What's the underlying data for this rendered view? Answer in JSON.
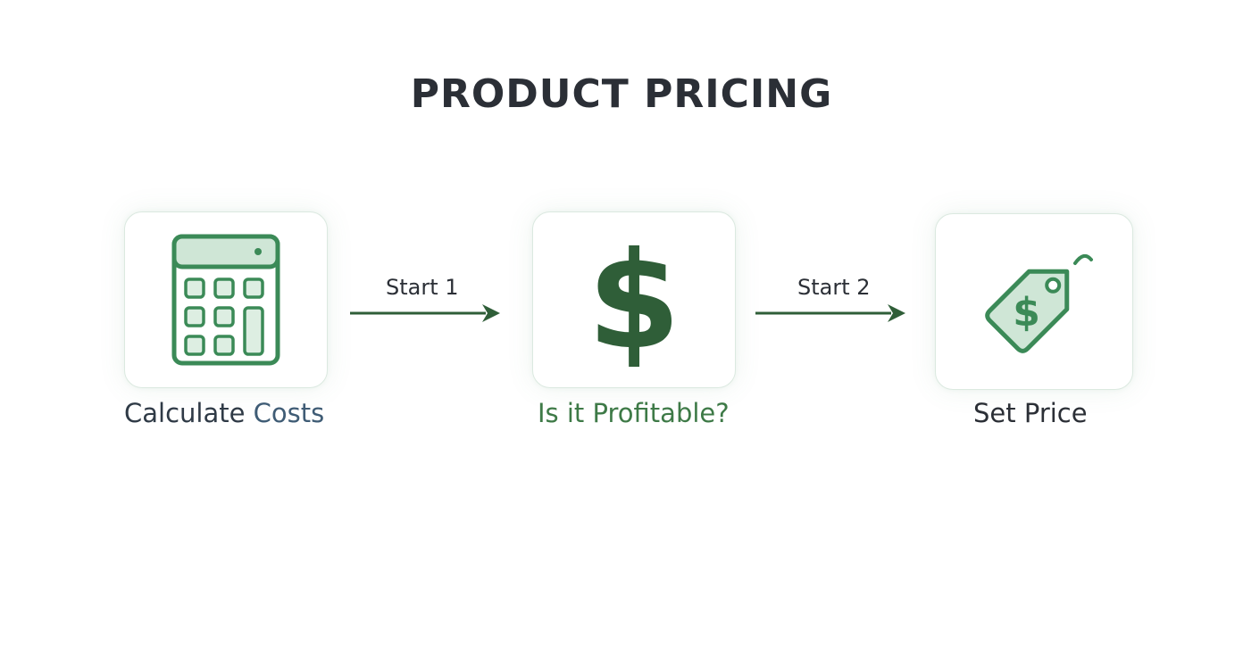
{
  "diagram": {
    "title": "PRODUCT PRICING",
    "steps": [
      {
        "label_part1": "Calculate ",
        "label_part2": "Costs",
        "icon": "calculator-icon"
      },
      {
        "label": "Is it Profitable?",
        "icon": "dollar-sign-icon"
      },
      {
        "label": "Set Price",
        "icon": "price-tag-icon"
      }
    ],
    "arrows": [
      {
        "label": "Start 1"
      },
      {
        "label": "Start 2"
      }
    ]
  },
  "colors": {
    "title": "#2b2f36",
    "icon_stroke": "#3b8a57",
    "icon_fill_light": "#cfe6d6",
    "dollar_dark": "#2f5e38",
    "arrow": "#2f5e38"
  }
}
